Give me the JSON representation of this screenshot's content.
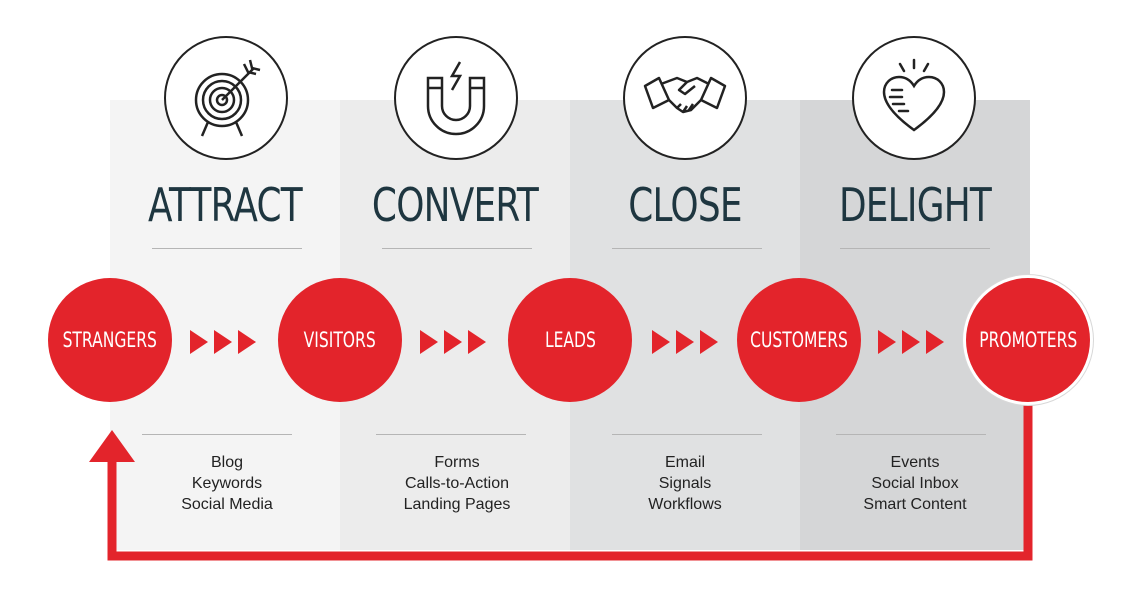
{
  "stages": [
    {
      "title": "ATTRACT",
      "icon": "target-icon",
      "tools": [
        "Blog",
        "Keywords",
        "Social Media"
      ]
    },
    {
      "title": "CONVERT",
      "icon": "magnet-icon",
      "tools": [
        "Forms",
        "Calls-to-Action",
        "Landing Pages"
      ]
    },
    {
      "title": "CLOSE",
      "icon": "handshake-icon",
      "tools": [
        "Email",
        "Signals",
        "Workflows"
      ]
    },
    {
      "title": "DELIGHT",
      "icon": "heart-icon",
      "tools": [
        "Events",
        "Social Inbox",
        "Smart Content"
      ]
    }
  ],
  "nodes": [
    "STRANGERS",
    "VISITORS",
    "LEADS",
    "CUSTOMERS",
    "PROMOTERS"
  ],
  "colors": {
    "accent": "#e3242b",
    "title": "#1e3640",
    "panel_1": "#f4f4f4",
    "panel_2": "#ececec",
    "panel_3": "#e0e1e2",
    "panel_4": "#d5d6d7"
  }
}
